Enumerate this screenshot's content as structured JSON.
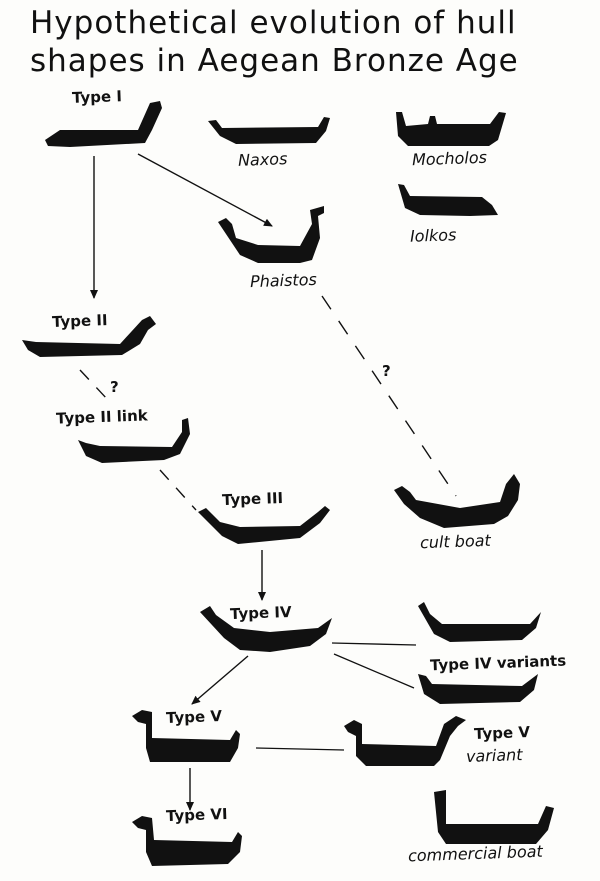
{
  "title_line1": "Hypothetical  evolution of hull",
  "title_line2": "shapes in Aegean Bronze Age",
  "labels": {
    "type1": "Type I",
    "naxos": "Naxos",
    "mocholos": "Mocholos",
    "iolkos": "Iolkos",
    "phaistos": "Phaistos",
    "type2": "Type II",
    "type2link": "Type II link",
    "type3": "Type III",
    "cultboat": "cult boat",
    "type4": "Type IV",
    "type4variants": "Type IV variants",
    "type5": "Type V",
    "type5variant_l1": "Type V",
    "type5variant_l2": "variant",
    "type6": "Type VI",
    "commercial": "commercial boat"
  },
  "question_mark": "?",
  "ink_color": "#111111",
  "paper_color": "#fdfdfb"
}
